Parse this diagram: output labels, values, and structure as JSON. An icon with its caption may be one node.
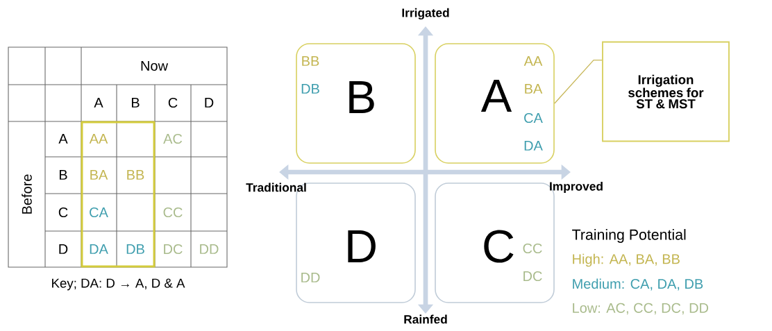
{
  "diagram": {
    "nodes": [
      {
        "text": [
          "BB",
          "DB",
          "B"
        ]
      },
      {
        "text": [
          "A",
          "AA",
          "BA",
          "CA",
          "DA"
        ]
      },
      {
        "text": [
          "D",
          "DD"
        ]
      },
      {
        "text": [
          "C",
          "CC",
          "DC"
        ]
      },
      {
        "text": [
          "Irrigation schemes for ST & MST"
        ]
      }
    ],
    "edges": [
      {
        "from": 4,
        "to": 1,
        "arrow": "none"
      }
    ],
    "labels": [
      "Now",
      "A",
      "B",
      "C",
      "D",
      "Before",
      "A",
      "AA",
      "AC",
      "B",
      "BA",
      "BB",
      "C",
      "CA",
      "CC",
      "D",
      "DA",
      "DB",
      "DC",
      "DD",
      "Key; DA: D → A, D & A",
      "Irrigated",
      "Traditional",
      "Improved",
      "Rainfed",
      "Training Potential"
    ],
    "legend": [
      {
        "text": "High: AA, BA, BB",
        "color": "#c3b550"
      },
      {
        "text": "Medium: CA, DA, DB",
        "color": "#3f9eae"
      },
      {
        "text": "Low: AC, CC, DC, DD",
        "color": "#a9bb8c"
      }
    ]
  }
}
